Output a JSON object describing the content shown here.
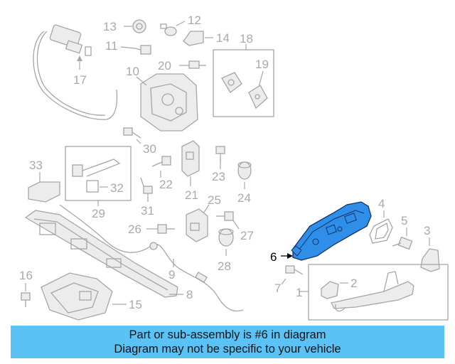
{
  "callouts": {
    "c1": "1",
    "c2": "2",
    "c3": "3",
    "c4": "4",
    "c5": "5",
    "c6": "6",
    "c7": "7",
    "c8": "8",
    "c9": "9",
    "c10": "10",
    "c11": "11",
    "c12": "12",
    "c13": "13",
    "c14": "14",
    "c15": "15",
    "c16": "16",
    "c17": "17",
    "c18": "18",
    "c19": "19",
    "c20": "20",
    "c21": "21",
    "c22": "22",
    "c23": "23",
    "c24": "24",
    "c25": "25",
    "c26": "26",
    "c27": "27",
    "c28": "28",
    "c29": "29",
    "c30": "30",
    "c31": "31",
    "c32": "32",
    "c33": "33"
  },
  "highlight": {
    "part_number": "6",
    "color": "#2f8fe8"
  },
  "banner": {
    "line1": "Part or sub-assembly is #6 in diagram",
    "line2": "Diagram may not be specific to your vehicle",
    "background": "#5bc2f5"
  }
}
